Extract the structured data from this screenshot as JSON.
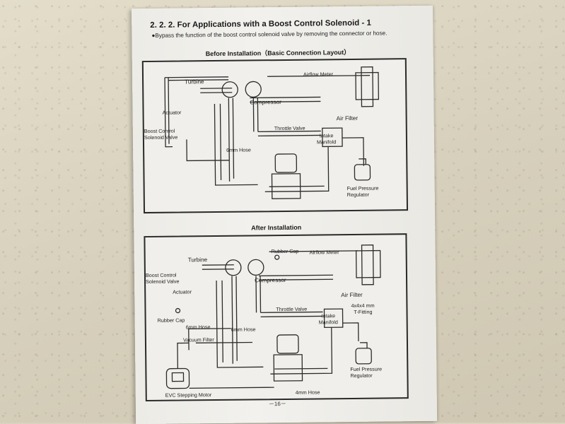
{
  "heading": "2. 2. 2. For Applications with a Boost Control Solenoid - 1",
  "bullet": "●Bypass the function of the boost control solenoid valve by removing the connector or hose.",
  "before": {
    "title": "Before Installation（Basic Connection Layout）",
    "labels": {
      "turbine": "Turbine",
      "airflow_meter": "Airflow Meter",
      "compressor": "Compressor",
      "actuator": "Actuator",
      "boost_control_1": "Boost Control",
      "boost_control_2": "Solenoid Valve",
      "air_filter": "Air Filter",
      "throttle_valve": "Throttle Valve",
      "intake_1": "Intake",
      "intake_2": "Manifold",
      "hose_6mm": "6mm Hose",
      "fpr_1": "Fuel Pressure",
      "fpr_2": "Regulator"
    }
  },
  "after": {
    "title": "After Installation",
    "labels": {
      "turbine": "Turbine",
      "rubber_cap_top": "Rubber Cap",
      "airflow_meter": "Airflow Meter",
      "compressor": "Compressor",
      "boost_control_1": "Boost Control",
      "boost_control_2": "Solenoid Valve",
      "actuator": "Actuator",
      "air_filter": "Air Filter",
      "throttle_valve": "Throttle Valve",
      "tfitting_1": "4x4x4 mm",
      "tfitting_2": "T-Fitting",
      "rubber_cap_left": "Rubber Cap",
      "intake_1": "Intake",
      "intake_2": "Manifold",
      "hose_6mm_a": "6mm Hose",
      "hose_6mm_b": "6mm Hose",
      "vacuum_filter": "Vacuum Filter",
      "fpr_1": "Fuel Pressure",
      "fpr_2": "Regulator",
      "evc_motor": "EVC Stepping Motor",
      "hose_4mm": "4mm Hose"
    }
  },
  "page_number": "－16－"
}
